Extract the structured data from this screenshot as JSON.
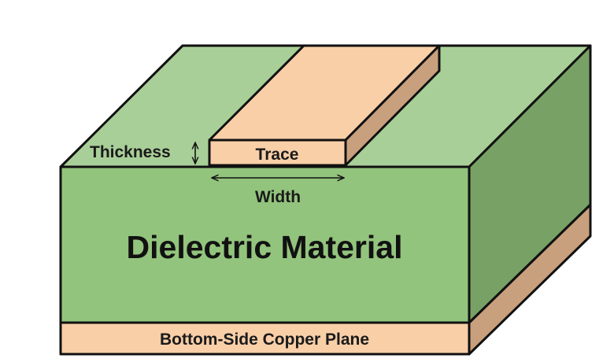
{
  "labels": {
    "thickness": "Thickness",
    "trace": "Trace",
    "width": "Width",
    "dielectric": "Dielectric Material",
    "copper_plane": "Bottom-Side Copper Plane"
  },
  "colors": {
    "dielectric_top": "#a9cf98",
    "dielectric_front": "#93c47d",
    "dielectric_side": "#78a265",
    "copper_face": "#f9cfa8",
    "copper_side": "#c9a07d",
    "outline": "#111111"
  }
}
